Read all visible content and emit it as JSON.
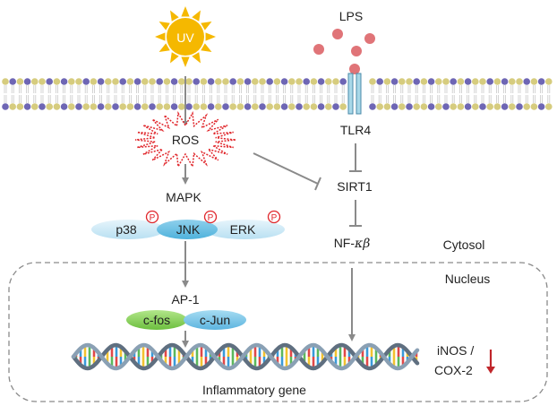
{
  "labels": {
    "uv": "UV",
    "lps": "LPS",
    "ros": "ROS",
    "tlr4": "TLR4",
    "mapk": "MAPK",
    "sirt1": "SIRT1",
    "p38": "p38",
    "jnk": "JNK",
    "erk": "ERK",
    "nfkb_prefix": "NF-",
    "nfkb_kappa": "κ",
    "nfkb_beta": "β",
    "phospho": "P",
    "cytosol": "Cytosol",
    "nucleus": "Nucleus",
    "ap1": "AP-1",
    "cfos": "c-fos",
    "cjun": "c-Jun",
    "inos": "iNOS /",
    "cox2": "COX-2",
    "gene": "Inflammatory gene"
  },
  "colors": {
    "sun": "#f5b800",
    "sun_text": "#ffffff",
    "lps_particle": "#e07478",
    "ros_burst": "#e0262b",
    "membrane_head_blue": "#6e66b4",
    "membrane_head_yellow": "#d6cc7e",
    "receptor": "#a8d8e8",
    "kinase_light": "#cde9f6",
    "kinase_mid": "#6ec2e4",
    "phospho": "#e0262b",
    "cfos": "#8cd45e",
    "cjun": "#7cc4e8",
    "arrow": "#8a8a8a",
    "down_arrow": "#c0262b",
    "nucleus_border": "#8a8a8a"
  }
}
